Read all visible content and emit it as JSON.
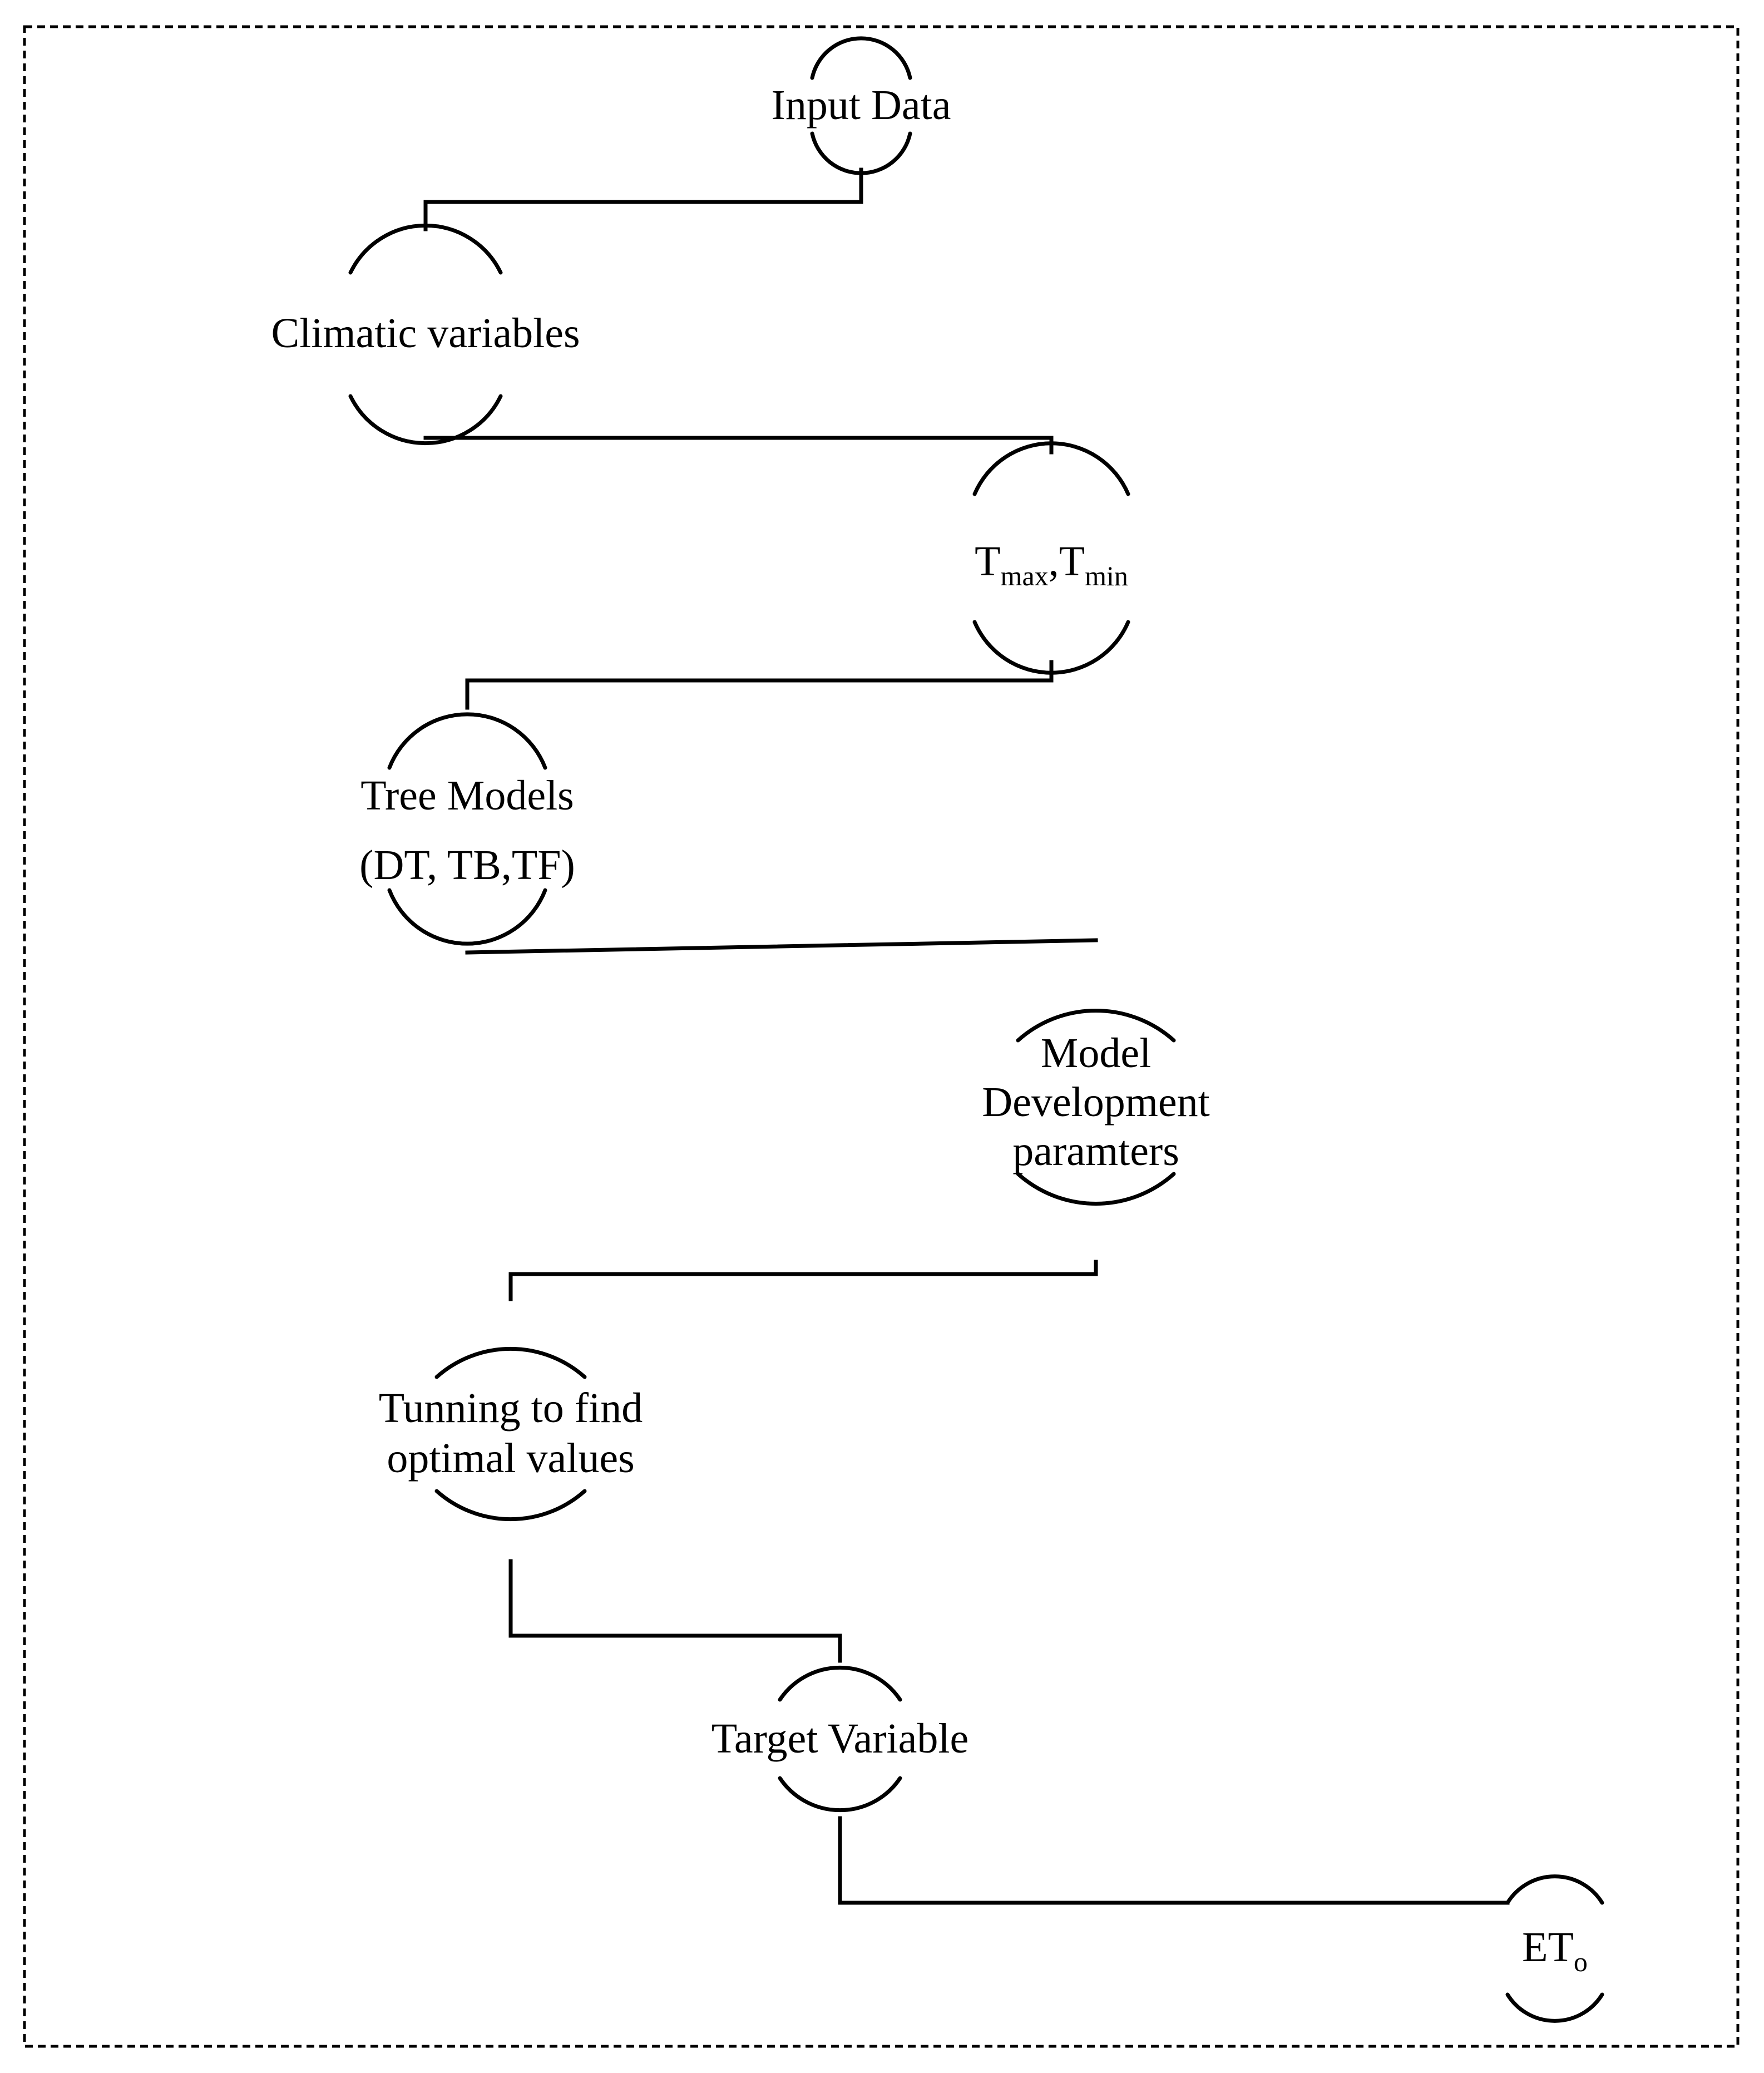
{
  "nodes": {
    "input_data": {
      "label": "Input Data"
    },
    "climatic": {
      "label": "Climatic variables"
    },
    "temps": {
      "t1": "T",
      "s1": "max",
      "comma": ",",
      "t2": "T",
      "s2": "min"
    },
    "tree": {
      "line1": "Tree Models",
      "line2": "(DT, TB,TF)"
    },
    "model_dev": {
      "line1": "Model",
      "line2": "Development",
      "line3": "paramters"
    },
    "tuning": {
      "line1": "Tunning to find",
      "line2": "optimal values"
    },
    "target": {
      "label": "Target Variable"
    },
    "eto": {
      "main": "ET",
      "sub": "o"
    }
  }
}
